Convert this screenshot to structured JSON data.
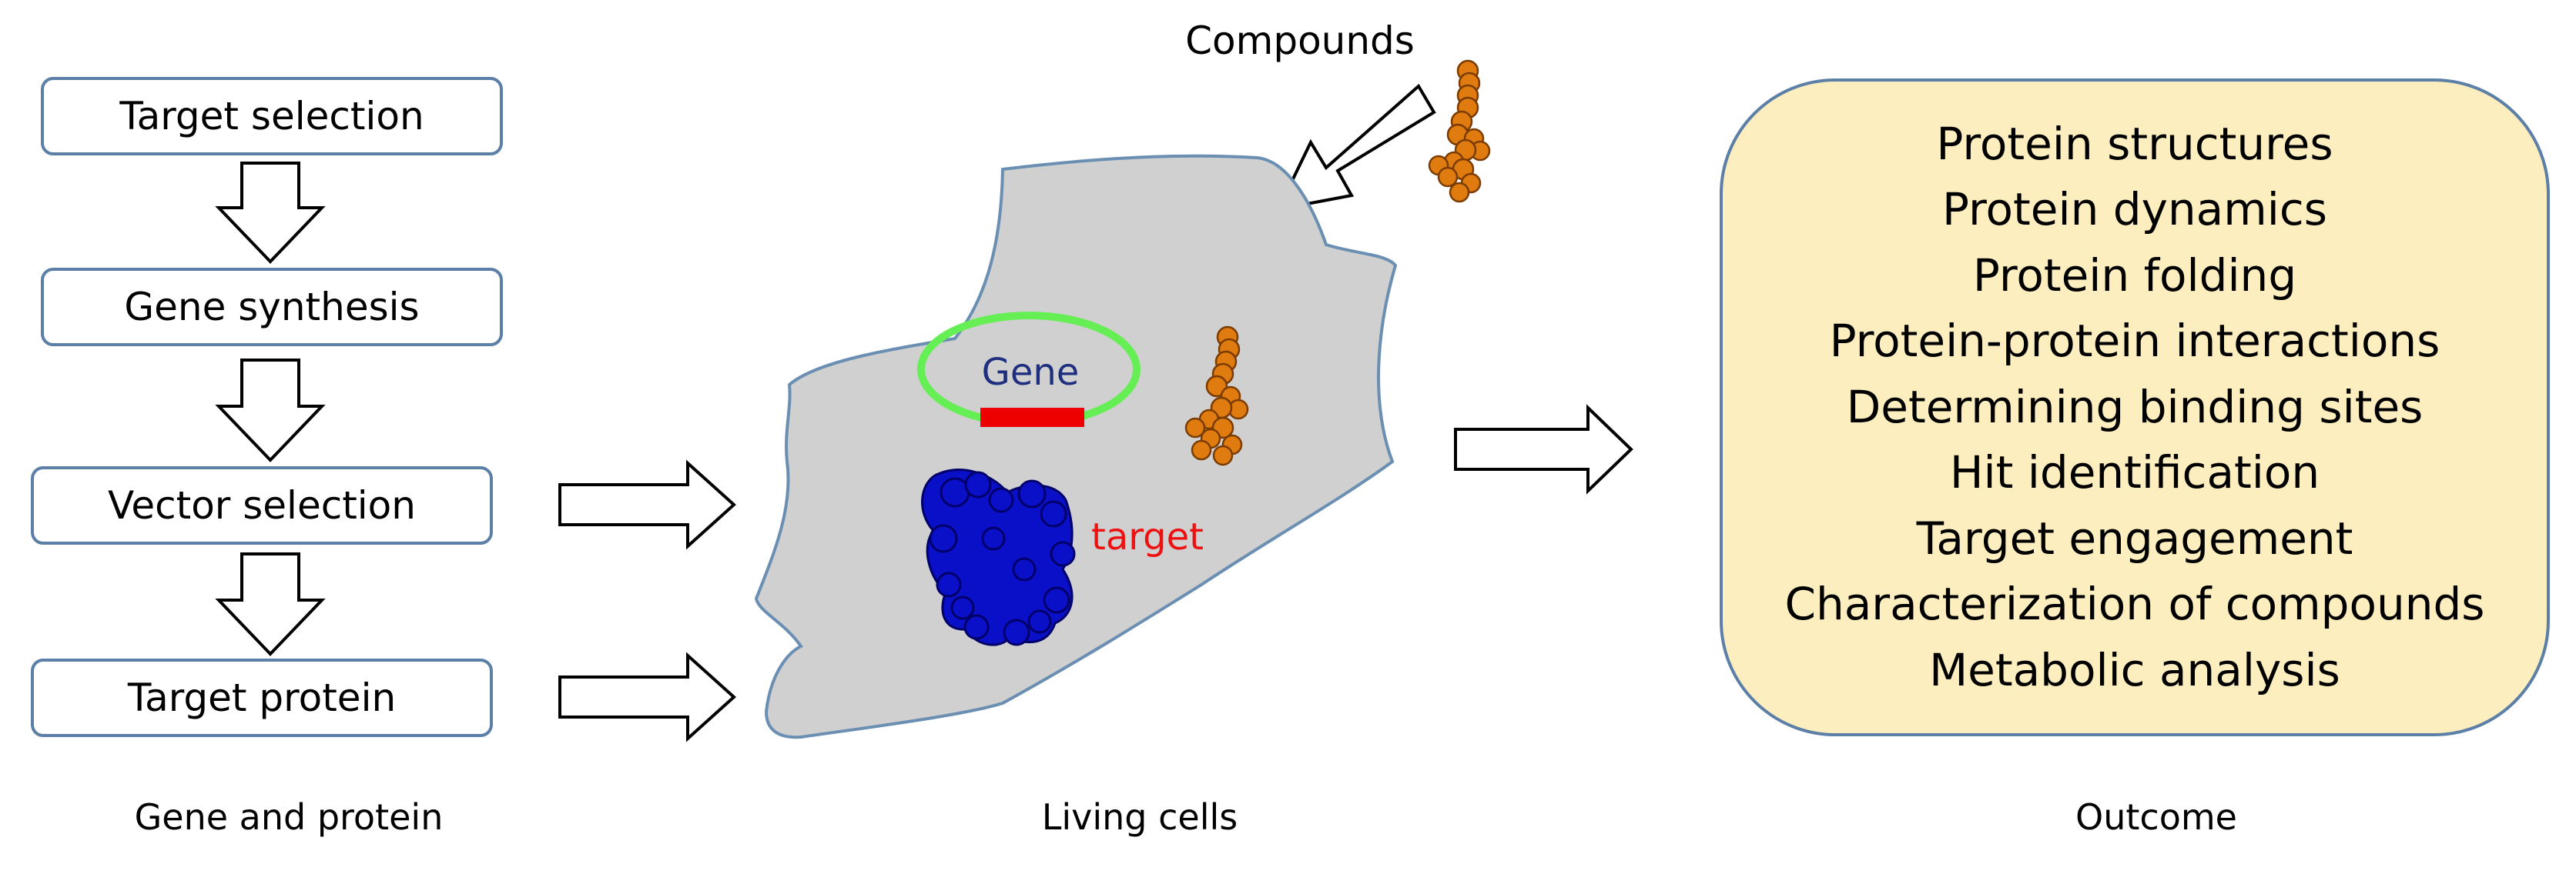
{
  "left_column": {
    "steps": [
      "Target selection",
      "Gene synthesis",
      "Vector selection",
      "Target protein"
    ],
    "label": "Gene and protein"
  },
  "middle_column": {
    "compounds_label": "Compounds",
    "gene_label": "Gene",
    "target_label": "target",
    "label": "Living cells"
  },
  "right_column": {
    "items": [
      "Protein structures",
      "Protein dynamics",
      "Protein folding",
      "Protein-protein interactions",
      "Determining binding sites",
      "Hit identification",
      "Target engagement",
      "Characterization of compounds",
      "Metabolic analysis"
    ],
    "label": "Outcome"
  },
  "colors": {
    "box_border": "#5b7fa6",
    "outcome_fill": "#fdeebf",
    "cell_fill": "#d0d0d0",
    "cell_outline": "#6a8fb3",
    "plasmid": "#66ee55",
    "gene_segment": "#ee0000",
    "gene_text": "#1f2f80",
    "target_text": "#ee1111",
    "protein": "#0a10c8",
    "compound": "#e07b10"
  }
}
